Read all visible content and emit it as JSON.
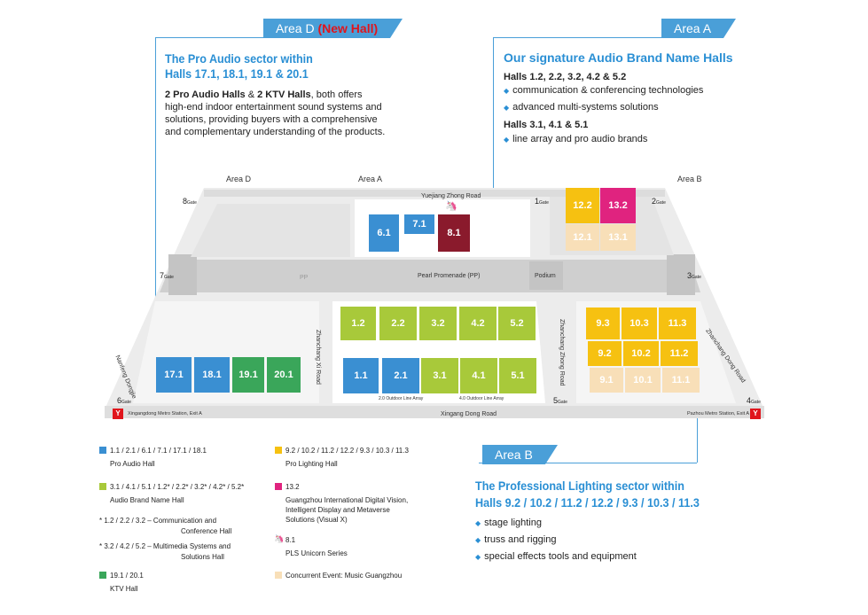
{
  "areaD_callout": {
    "tab_prefix": "Area D",
    "tab_highlight": "(New Hall)",
    "title_line1": "The Pro Audio sector within",
    "title_line2": "Halls 17.1, 18.1, 19.1 & 20.1",
    "desc_bold": "2 Pro Audio Halls",
    "desc_amp": " & ",
    "desc_bold2": "2 KTV Halls",
    "desc_rest1": ", both offers",
    "desc_line2": "high-end indoor entertainment sound systems and",
    "desc_line3": "solutions, providing buyers with a comprehensive",
    "desc_line4": "and complementary understanding of the products."
  },
  "areaA_callout": {
    "tab": "Area A",
    "title": "Our signature Audio Brand Name Halls",
    "group1_title": "Halls 1.2, 2.2, 3.2, 4.2 & 5.2",
    "group1_items": [
      "communication & conferencing technologies",
      "advanced multi-systems solutions"
    ],
    "group2_title": "Halls 3.1, 4.1 & 5.1",
    "group2_items": [
      "line array and pro audio brands"
    ]
  },
  "areaB_callout": {
    "tab": "Area B",
    "title_line1": "The Professional Lighting sector within",
    "title_line2": "Halls 9.2 / 10.2 / 11.2 / 12.2 / 9.3 / 10.3 / 11.3",
    "items": [
      "stage lighting",
      "truss and rigging",
      "special effects tools and equipment"
    ]
  },
  "map": {
    "area_labels": {
      "d": "Area D",
      "a": "Area A",
      "b": "Area B"
    },
    "roads": {
      "yuejiang": "Yuejiang Zhong Road",
      "promenade": "Pearl Promenade (PP)",
      "podium": "Podium",
      "xingang": "Xingang Dong Road",
      "nanfeng": "Nanfeng Dongjie",
      "zhanchang_x": "Zhanchang Xi Road",
      "zhanchang_z": "Zhanchang Zhong Road",
      "zhanchang_d": "Zhanchang Dong Road",
      "pp_small": "PP",
      "line_array_out1": "2.0 Outdoor Line Array",
      "line_array_out2": "4.0 Outdoor Line Array"
    },
    "gates": {
      "g1": "1",
      "g2": "2",
      "g3": "3",
      "g4": "4",
      "g5": "5",
      "g6": "6",
      "g7": "7",
      "g8": "8",
      "suffix": "Gate"
    },
    "metro": {
      "icon": "Y",
      "west": "Xingangdong Metro Station, Exit A",
      "east": "Pazhou Metro Station, Exit A"
    },
    "halls": {
      "h6_1": "6.1",
      "h7_1": "7.1",
      "h8_1": "8.1",
      "h12_2": "12.2",
      "h13_2": "13.2",
      "h12_1": "12.1",
      "h13_1": "13.1",
      "h1_2": "1.2",
      "h2_2": "2.2",
      "h3_2": "3.2",
      "h4_2": "4.2",
      "h5_2": "5.2",
      "h1_1": "1.1",
      "h2_1": "2.1",
      "h3_1": "3.1",
      "h4_1": "4.1",
      "h5_1": "5.1",
      "h17_1": "17.1",
      "h18_1": "18.1",
      "h19_1": "19.1",
      "h20_1": "20.1",
      "h9_3": "9.3",
      "h10_3": "10.3",
      "h11_3": "11.3",
      "h9_2": "9.2",
      "h10_2": "10.2",
      "h11_2": "11.2",
      "h9_1": "9.1",
      "h10_1": "10.1",
      "h11_1": "11.1"
    }
  },
  "legend": {
    "pro_audio_halls": "1.1 / 2.1 / 6.1 / 7.1 / 17.1 / 18.1",
    "pro_audio_label": "Pro Audio Hall",
    "brand_halls": "3.1 / 4.1 / 5.1 / 1.2* / 2.2* / 3.2* / 4.2* / 5.2*",
    "brand_label": "Audio Brand Name Hall",
    "note1_halls": "* 1.2 / 2.2 / 3.2  –  Communication and",
    "note1_cont": "Conference Hall",
    "note2_halls": "* 3.2 / 4.2 / 5.2  –  Multimedia Systems and",
    "note2_cont": "Solutions Hall",
    "ktv_halls": "19.1 / 20.1",
    "ktv_label": "KTV Hall",
    "lighting_halls": "9.2 / 10.2 / 11.2 / 12.2 / 9.3 / 10.3 / 11.3",
    "lighting_label": "Pro Lighting Hall",
    "visual_halls": "13.2",
    "visual_line1": "Guangzhou International Digital Vision,",
    "visual_line2": "Intelligent Display and Metaverse",
    "visual_line3": "Solutions (Visual X)",
    "pls_halls": "8.1",
    "pls_label": "PLS Unicorn Series",
    "concurrent_label": "Concurrent Event:  Music Guangzhou",
    "colors": {
      "blue": "#3a8fd2",
      "green": "#a8c93a",
      "ktv": "#3aa65a",
      "yellow": "#f6c111",
      "magenta": "#e0237f",
      "pale": "#f8dfb8",
      "maroon": "#8a1a2c"
    }
  }
}
